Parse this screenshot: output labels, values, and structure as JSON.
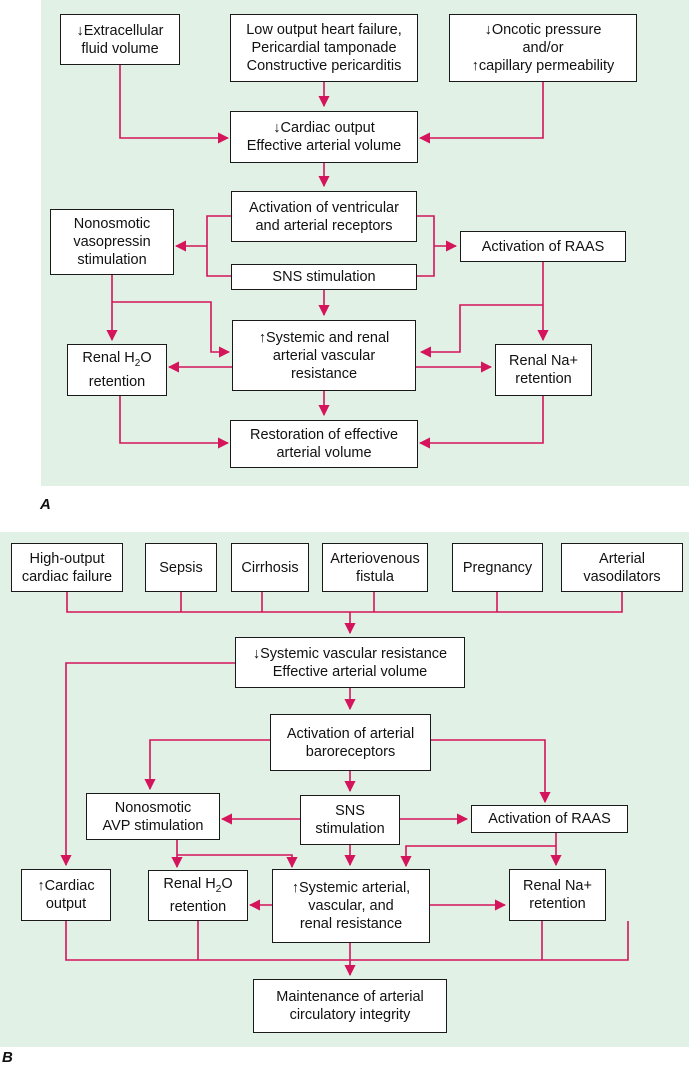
{
  "colors": {
    "panel_bg": "#e1f1e5",
    "arrow": "#d4155b",
    "box_border": "#1a1a1a"
  },
  "panel_a": {
    "label": "A",
    "extracellular": [
      "↓Extracellular",
      "fluid volume"
    ],
    "low_output": [
      "Low output heart failure,",
      "Pericardial tamponade",
      "Constructive pericarditis"
    ],
    "oncotic": [
      "↓Oncotic pressure",
      "and/or",
      "↑capillary permeability"
    ],
    "cardiac_output": [
      "↓Cardiac output",
      "Effective arterial volume"
    ],
    "activation_receptors": [
      "Activation of ventricular",
      "and arterial receptors"
    ],
    "vasopressin": [
      "Nonosmotic",
      "vasopressin",
      "stimulation"
    ],
    "raas": [
      "Activation of RAAS"
    ],
    "sns": [
      "SNS stimulation"
    ],
    "resistance": [
      "↑Systemic and renal",
      "arterial vascular",
      "resistance"
    ],
    "renal_h2o": [
      "Renal H",
      "2",
      "O",
      "retention"
    ],
    "renal_na": [
      "Renal Na+",
      "retention"
    ],
    "restoration": [
      "Restoration of effective",
      "arterial volume"
    ]
  },
  "panel_b": {
    "label": "B",
    "high_output": [
      "High-output",
      "cardiac failure"
    ],
    "sepsis": [
      "Sepsis"
    ],
    "cirrhosis": [
      "Cirrhosis"
    ],
    "av_fistula": [
      "Arteriovenous",
      "fistula"
    ],
    "pregnancy": [
      "Pregnancy"
    ],
    "vasodilators": [
      "Arterial",
      "vasodilators"
    ],
    "svr": [
      "↓Systemic vascular resistance",
      "Effective arterial volume"
    ],
    "baroreceptors": [
      "Activation of arterial",
      "baroreceptors"
    ],
    "avp": [
      "Nonosmotic",
      "AVP stimulation"
    ],
    "sns": [
      "SNS",
      "stimulation"
    ],
    "raas": [
      "Activation of RAAS"
    ],
    "cardiac_output": [
      "↑Cardiac",
      "output"
    ],
    "renal_h2o": [
      "Renal H",
      "2",
      "O",
      "retention"
    ],
    "resistance": [
      "↑Systemic arterial,",
      "vascular, and",
      "renal resistance"
    ],
    "renal_na": [
      "Renal Na+",
      "retention"
    ],
    "maintenance": [
      "Maintenance of arterial",
      "circulatory integrity"
    ]
  }
}
